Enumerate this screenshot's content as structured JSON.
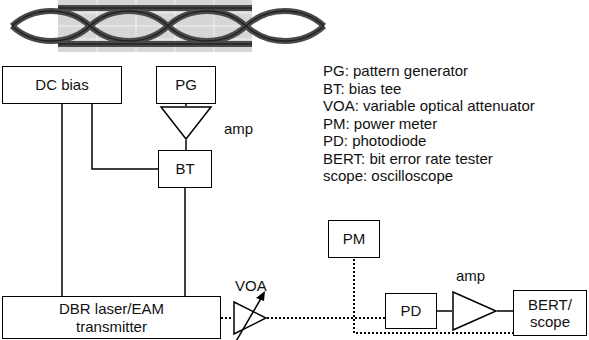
{
  "diagram": {
    "nodes": [
      {
        "text": [
          "DC bias"
        ]
      },
      {
        "text": [
          "PG"
        ]
      },
      {
        "text": [
          "amp"
        ]
      },
      {
        "text": [
          "BT"
        ]
      },
      {
        "text": [
          "DBR laser/EAM transmitter"
        ]
      },
      {
        "text": [
          "VOA"
        ]
      },
      {
        "text": [
          "PM"
        ]
      },
      {
        "text": [
          "PD"
        ]
      },
      {
        "text": [
          "amp"
        ]
      },
      {
        "text": [
          "BERT/ scope"
        ]
      }
    ],
    "edges": [
      {
        "from": 1,
        "to": 2,
        "arrow": "none"
      },
      {
        "from": 2,
        "to": 3,
        "arrow": "none"
      },
      {
        "from": 0,
        "to": 3,
        "arrow": "none"
      },
      {
        "from": 0,
        "to": 4,
        "arrow": "none"
      },
      {
        "from": 3,
        "to": 4,
        "arrow": "none"
      },
      {
        "from": 4,
        "to": 5,
        "arrow": "none"
      },
      {
        "from": 5,
        "to": 6,
        "arrow": "none"
      },
      {
        "from": 5,
        "to": 7,
        "arrow": "none"
      },
      {
        "from": 7,
        "to": 8,
        "arrow": "none"
      },
      {
        "from": 8,
        "to": 9,
        "arrow": "none"
      },
      {
        "from": 5,
        "to": 9,
        "arrow": "none"
      }
    ],
    "labels": [
      "PG: pattern generator",
      "BT: bias tee",
      "VOA: variable optical attenuator",
      "PM: power meter",
      "PD: photodiode",
      "BERT: bit error rate tester",
      "scope: oscilloscope"
    ]
  }
}
